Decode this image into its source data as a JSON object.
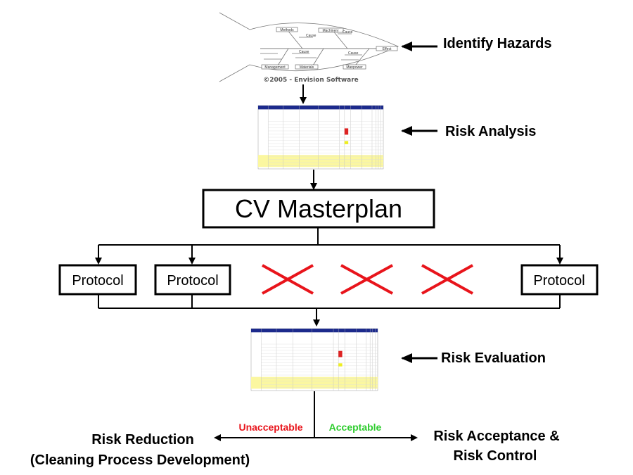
{
  "fishbone": {
    "categories": [
      "Methods",
      "Machinery",
      "Management",
      "Materials",
      "Manpower"
    ],
    "effect": "Effect",
    "cause": "Cause",
    "copyright": "©2005 - Envision Software"
  },
  "steps": {
    "identify": "Identify Hazards",
    "analysis": "Risk Analysis",
    "masterplan": "CV Masterplan",
    "evaluation": "Risk Evaluation"
  },
  "protocols": [
    {
      "label": "Protocol",
      "status": "kept"
    },
    {
      "label": "Protocol",
      "status": "kept"
    },
    {
      "status": "eliminated"
    },
    {
      "status": "eliminated"
    },
    {
      "status": "eliminated"
    },
    {
      "label": "Protocol",
      "status": "kept"
    }
  ],
  "branches": {
    "unacceptable": "Unacceptable",
    "acceptable": "Acceptable",
    "reduction_line1": "Risk Reduction",
    "reduction_line2": "(Cleaning Process Development)",
    "acceptance_line1": "Risk Acceptance &",
    "acceptance_line2": "Risk Control"
  },
  "colors": {
    "cross": "#e8141b",
    "unacceptable": "#e8141b",
    "acceptable": "#2ecc2e",
    "table_header": "#1c2a8c",
    "table_highlight": "#fbf7a0"
  }
}
